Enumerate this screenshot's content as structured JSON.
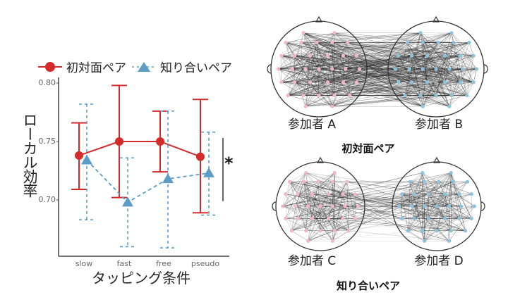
{
  "chart_data": {
    "type": "line",
    "title": "",
    "xlabel": "タッピング条件",
    "ylabel": "ローカル効率",
    "categories": [
      "slow",
      "fast",
      "free",
      "pseudo"
    ],
    "ylim": [
      0.655,
      0.805
    ],
    "yticks": [
      "0.70",
      "0.75",
      "0.80"
    ],
    "grid": false,
    "legend_position": "top",
    "series": [
      {
        "name": "初対面ペア",
        "color": "#d42a2a",
        "marker": "circle",
        "line_style": "solid",
        "values": [
          0.738,
          0.75,
          0.75,
          0.737
        ],
        "upper": [
          0.766,
          0.798,
          0.776,
          0.786
        ],
        "lower": [
          0.709,
          0.702,
          0.724,
          0.689
        ]
      },
      {
        "name": "知り合いペア",
        "color": "#5b9dc6",
        "marker": "triangle",
        "line_style": "dashed",
        "values": [
          0.734,
          0.698,
          0.718,
          0.723
        ],
        "upper": [
          0.782,
          0.736,
          0.776,
          0.758
        ],
        "lower": [
          0.683,
          0.66,
          0.659,
          0.687
        ]
      }
    ],
    "annotations": [
      {
        "text": "*",
        "type": "significance",
        "bracket_y": [
          0.705,
          0.75
        ]
      }
    ]
  },
  "legend": {
    "items": [
      {
        "label": "初対面ペア",
        "icon": "red-circle-marker"
      },
      {
        "label": "知り合いペア",
        "icon": "blue-triangle-marker"
      }
    ]
  },
  "significance_mark": "*",
  "networks": {
    "pairs": [
      {
        "title": "初対面ペア",
        "left_label": "参加者 A",
        "right_label": "参加者 B",
        "density": "high"
      },
      {
        "title": "知り合いペア",
        "left_label": "参加者 C",
        "right_label": "参加者 D",
        "density": "low"
      }
    ],
    "left_node_color": "#f2b8c8",
    "right_node_color": "#8cc3dd"
  }
}
